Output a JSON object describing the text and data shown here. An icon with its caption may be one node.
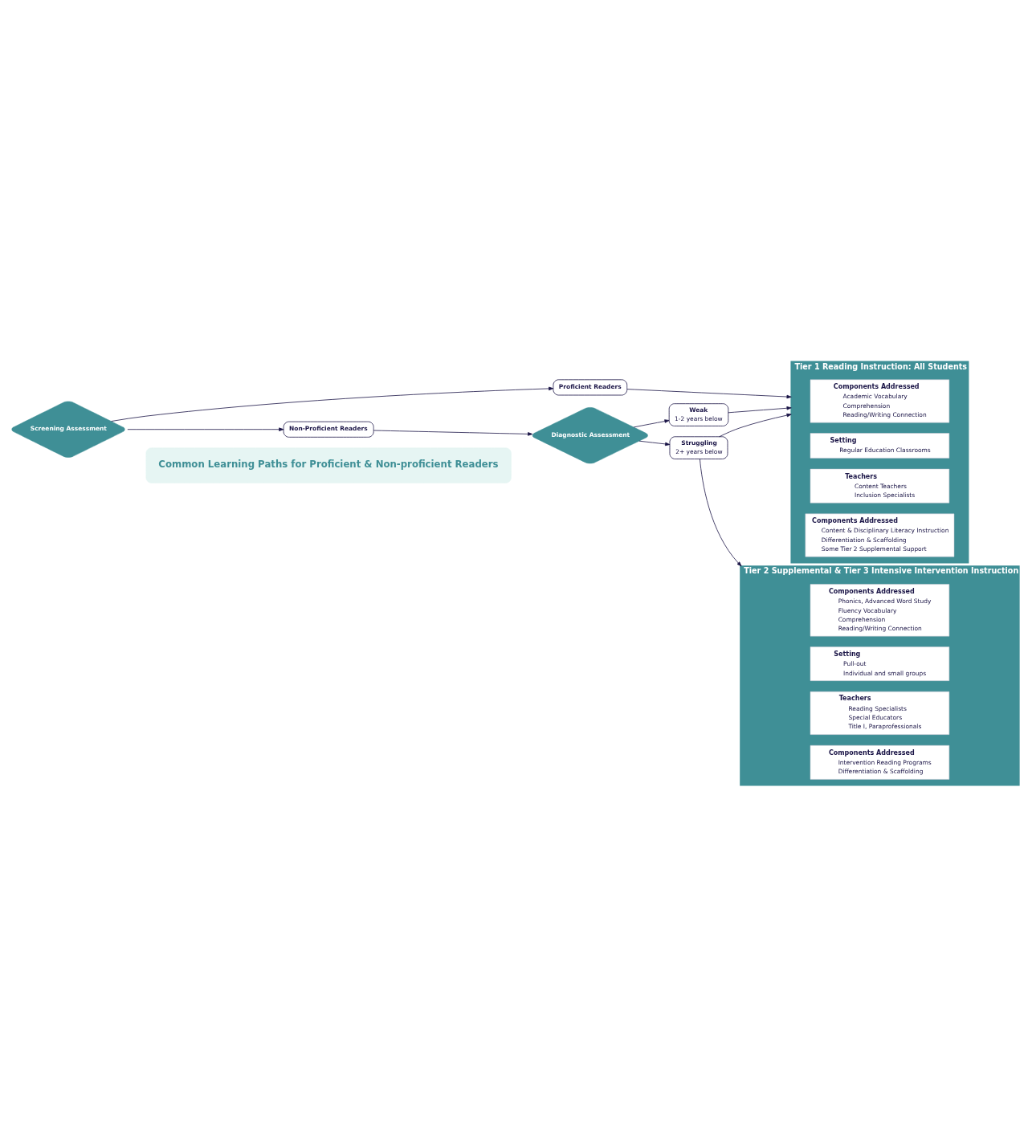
{
  "diagram": {
    "nodes": [
      {
        "text": [
          "Screening Assessment"
        ]
      },
      {
        "text": [
          "Proficient Readers"
        ]
      },
      {
        "text": [
          "Non-Proficient Readers"
        ]
      },
      {
        "text": [
          "Weak",
          "1-2 years below"
        ]
      },
      {
        "text": [
          "Diagnostic Assessment"
        ]
      },
      {
        "text": [
          "Struggling",
          "2+ years below"
        ]
      },
      {
        "text": [
          "Tier 1 Reading Instruction: All Students"
        ]
      },
      {
        "text": [
          "Components Addressed",
          "Academic Vocabulary",
          "Comprehension",
          "Reading/Writing Connection"
        ],
        "in": 6
      },
      {
        "text": [
          "Setting",
          "Regular Education Classrooms"
        ],
        "in": 6
      },
      {
        "text": [
          "Teachers",
          "Content Teachers",
          "Inclusion Specialists"
        ],
        "in": 6
      },
      {
        "text": [
          "Components Addressed",
          "Content & Disciplinary Literacy Instruction",
          "Differentiation & Scaffolding",
          "Some Tier 2 Supplemental Support"
        ],
        "in": 6
      },
      {
        "text": [
          "Tier 2 Supplemental & Tier 3 Intensive Intervention Instruction"
        ]
      },
      {
        "text": [
          "Components Addressed",
          "Phonics, Advanced Word Study",
          "Fluency Vocabulary",
          "Comprehension",
          "Reading/Writing Connection"
        ],
        "in": 11
      },
      {
        "text": [
          "Setting",
          "Pull-out",
          "Individual and small groups"
        ],
        "in": 11
      },
      {
        "text": [
          "Teachers",
          "Reading Specialists",
          "Special Educators",
          "Title I, Paraprofessionals"
        ],
        "in": 11
      },
      {
        "text": [
          "Components Addressed",
          "Intervention Reading Programs",
          "Differentiation & Scaffolding"
        ],
        "in": 11
      },
      {
        "text": [
          "Common Learning Paths for Proficient & Non-proficient Readers"
        ]
      }
    ],
    "edges": [
      {
        "from": 0,
        "to": 1,
        "arrow": "to"
      },
      {
        "from": 0,
        "to": 2,
        "arrow": "to"
      },
      {
        "from": 1,
        "to": 6,
        "arrow": "to"
      },
      {
        "from": 2,
        "to": 4,
        "arrow": "to"
      },
      {
        "from": 4,
        "to": 3,
        "arrow": "to"
      },
      {
        "from": 4,
        "to": 5,
        "arrow": "to"
      },
      {
        "from": 3,
        "to": 6,
        "arrow": "to"
      },
      {
        "from": 5,
        "to": 6,
        "arrow": "to"
      },
      {
        "from": 5,
        "to": 11,
        "arrow": "to"
      }
    ]
  }
}
